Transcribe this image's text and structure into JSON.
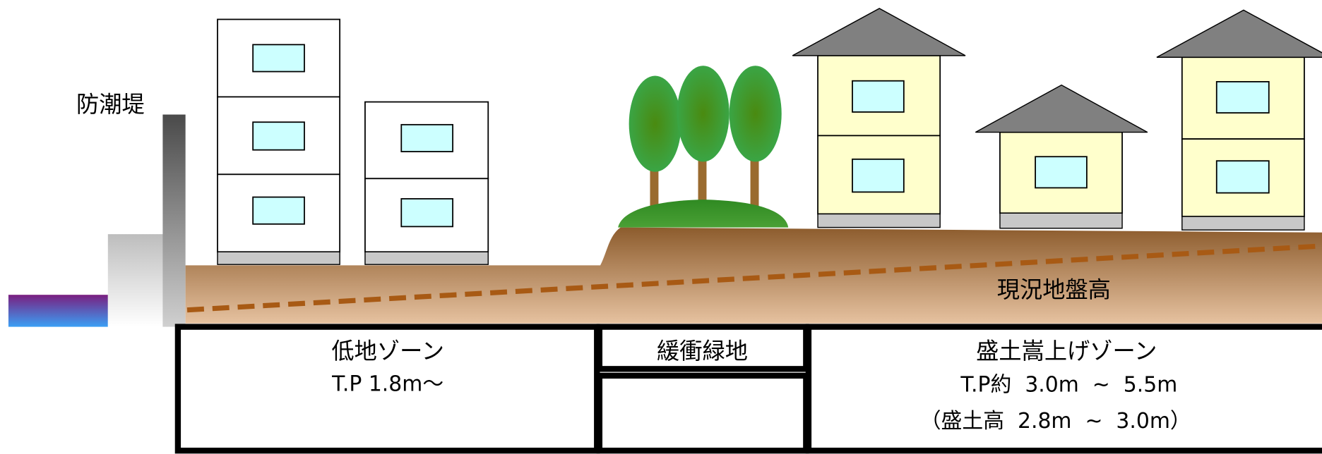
{
  "labels": {
    "seawall": "防潮堤",
    "ground_level": "現況地盤高"
  },
  "zones": {
    "lowland": {
      "name": "低地ゾーン",
      "line1": "T.P 1.8m〜"
    },
    "buffer": {
      "name": "緩衝緑地"
    },
    "raised": {
      "name": "盛土嵩上げゾーン",
      "line1": "T.P約  3.0m  ~  5.5m",
      "line2": "（盛土高  2.8m  ~  3.0m）"
    }
  },
  "colors": {
    "sea_top": "#7a1f80",
    "sea_bottom": "#3a9ff5",
    "ground_top": "#8b5a2b",
    "ground_bottom": "#e6c2a0",
    "ground_level_line": "#a85a14",
    "window": "#ccffff",
    "house_wall": "#ffffcc",
    "roof": "#808080",
    "tree": "#3f9a2a"
  }
}
